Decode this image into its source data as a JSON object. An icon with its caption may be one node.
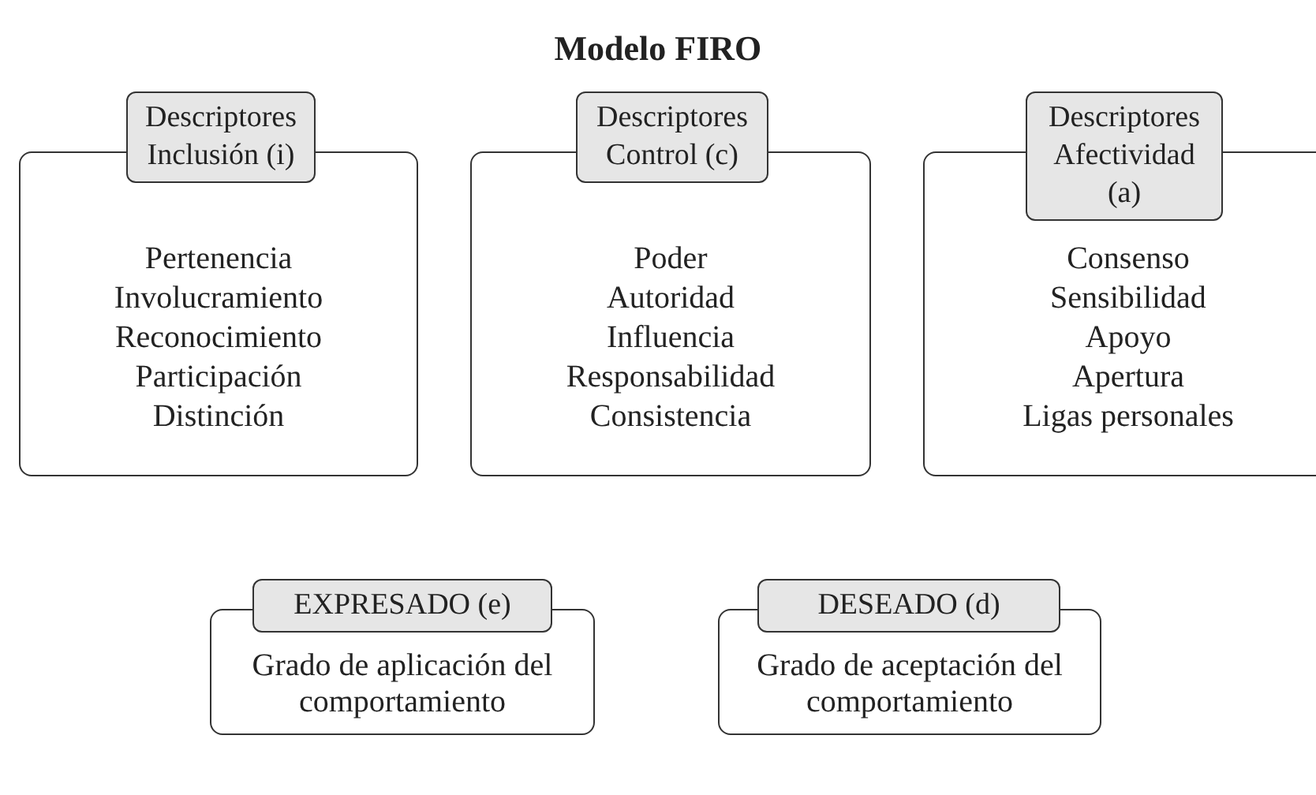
{
  "diagram": {
    "title": "Modelo FIRO",
    "nodes": [
      {
        "text": [
          "Descriptores Inclusión (i)",
          "Pertenencia",
          "Involucramiento",
          "Reconocimiento",
          "Participación",
          "Distinción"
        ]
      },
      {
        "text": [
          "Descriptores Control (c)",
          "Poder",
          "Autoridad",
          "Influencia",
          "Responsabilidad",
          "Consistencia"
        ]
      },
      {
        "text": [
          "Descriptores Afectividad (a)",
          "Consenso",
          "Sensibilidad",
          "Apoyo",
          "Apertura",
          "Ligas personales"
        ]
      },
      {
        "text": [
          "EXPRESADO (e)",
          "Grado de aplicación del comportamiento"
        ]
      },
      {
        "text": [
          "DESEADO (d)",
          "Grado de aceptación del comportamiento"
        ]
      }
    ],
    "edges": []
  }
}
